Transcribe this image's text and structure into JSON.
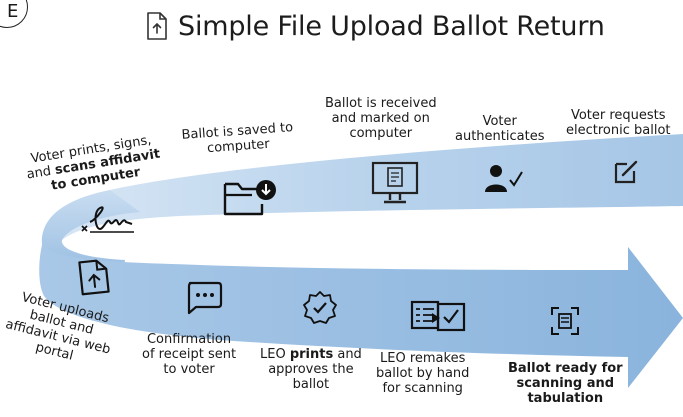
{
  "header": {
    "title": "Simple File Upload Ballot Return",
    "badge": "E"
  },
  "steps": [
    {
      "text": "Voter requests\nelectronic ballot",
      "icon": "edit-icon"
    },
    {
      "text": "Voter\nauthenticates",
      "icon": "user-check-icon"
    },
    {
      "text": "Ballot is received\nand marked on\ncomputer",
      "icon": "monitor-ballot-icon"
    },
    {
      "text": "Ballot is saved to\ncomputer",
      "icon": "folder-download-icon"
    },
    {
      "text_pre": "Voter prints, signs,\nand ",
      "text_bold": "scans affidavit\nto computer",
      "icon": "signature-icon"
    },
    {
      "text": "Voter uploads\nballot and\naffidavit via web\nportal",
      "icon": "file-upload-icon"
    },
    {
      "text": "Confirmation\nof receipt sent\nto voter",
      "icon": "chat-bubble-icon"
    },
    {
      "text_pre": "LEO ",
      "text_bold": "prints",
      "text_post": " and\napproves the\nballot",
      "icon": "badge-check-icon"
    },
    {
      "text": "LEO remakes\nballot by hand\nfor scanning",
      "icon": "ballot-remake-icon"
    },
    {
      "text": "Ballot ready for\nscanning and\ntabulation",
      "icon": "scan-ready-icon"
    }
  ],
  "colors": {
    "band_light": "#c5dbf0",
    "band_mid": "#a7c7e6",
    "band_dark": "#7fa9d3",
    "arrow": "#8fb7de"
  }
}
